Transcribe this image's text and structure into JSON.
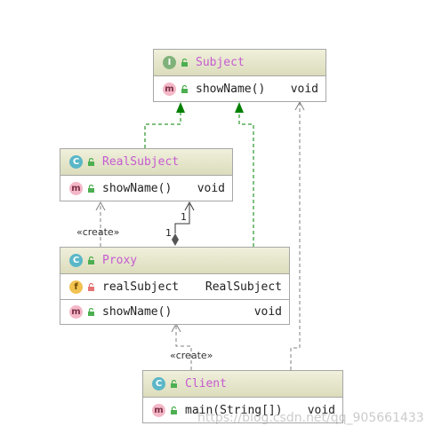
{
  "colors": {
    "header_gradient_top": "#f0f0dc",
    "header_gradient_bottom": "#dcdcbc",
    "class_name": "#c55bd0",
    "realization_arrow": "#008000",
    "dependency_arrow": "#808080"
  },
  "classes": {
    "subject": {
      "kind": "I",
      "name": "Subject",
      "members": [
        {
          "kind": "m",
          "name": "showName()",
          "type": "void"
        }
      ]
    },
    "real_subject": {
      "kind": "C",
      "name": "RealSubject",
      "members": [
        {
          "kind": "m",
          "name": "showName()",
          "type": "void"
        }
      ]
    },
    "proxy": {
      "kind": "C",
      "name": "Proxy",
      "fields": [
        {
          "kind": "f",
          "name": "realSubject",
          "type": "RealSubject"
        }
      ],
      "members": [
        {
          "kind": "m",
          "name": "showName()",
          "type": "void"
        }
      ]
    },
    "client": {
      "kind": "C",
      "name": "Client",
      "members": [
        {
          "kind": "m",
          "name": "main(String[])",
          "type": "void"
        }
      ]
    }
  },
  "labels": {
    "create_realsubject": "«create»",
    "create_proxy": "«create»",
    "mult_target": "1",
    "mult_source": "1"
  },
  "watermark": "https://blog.csdn.net/qq_905661433"
}
